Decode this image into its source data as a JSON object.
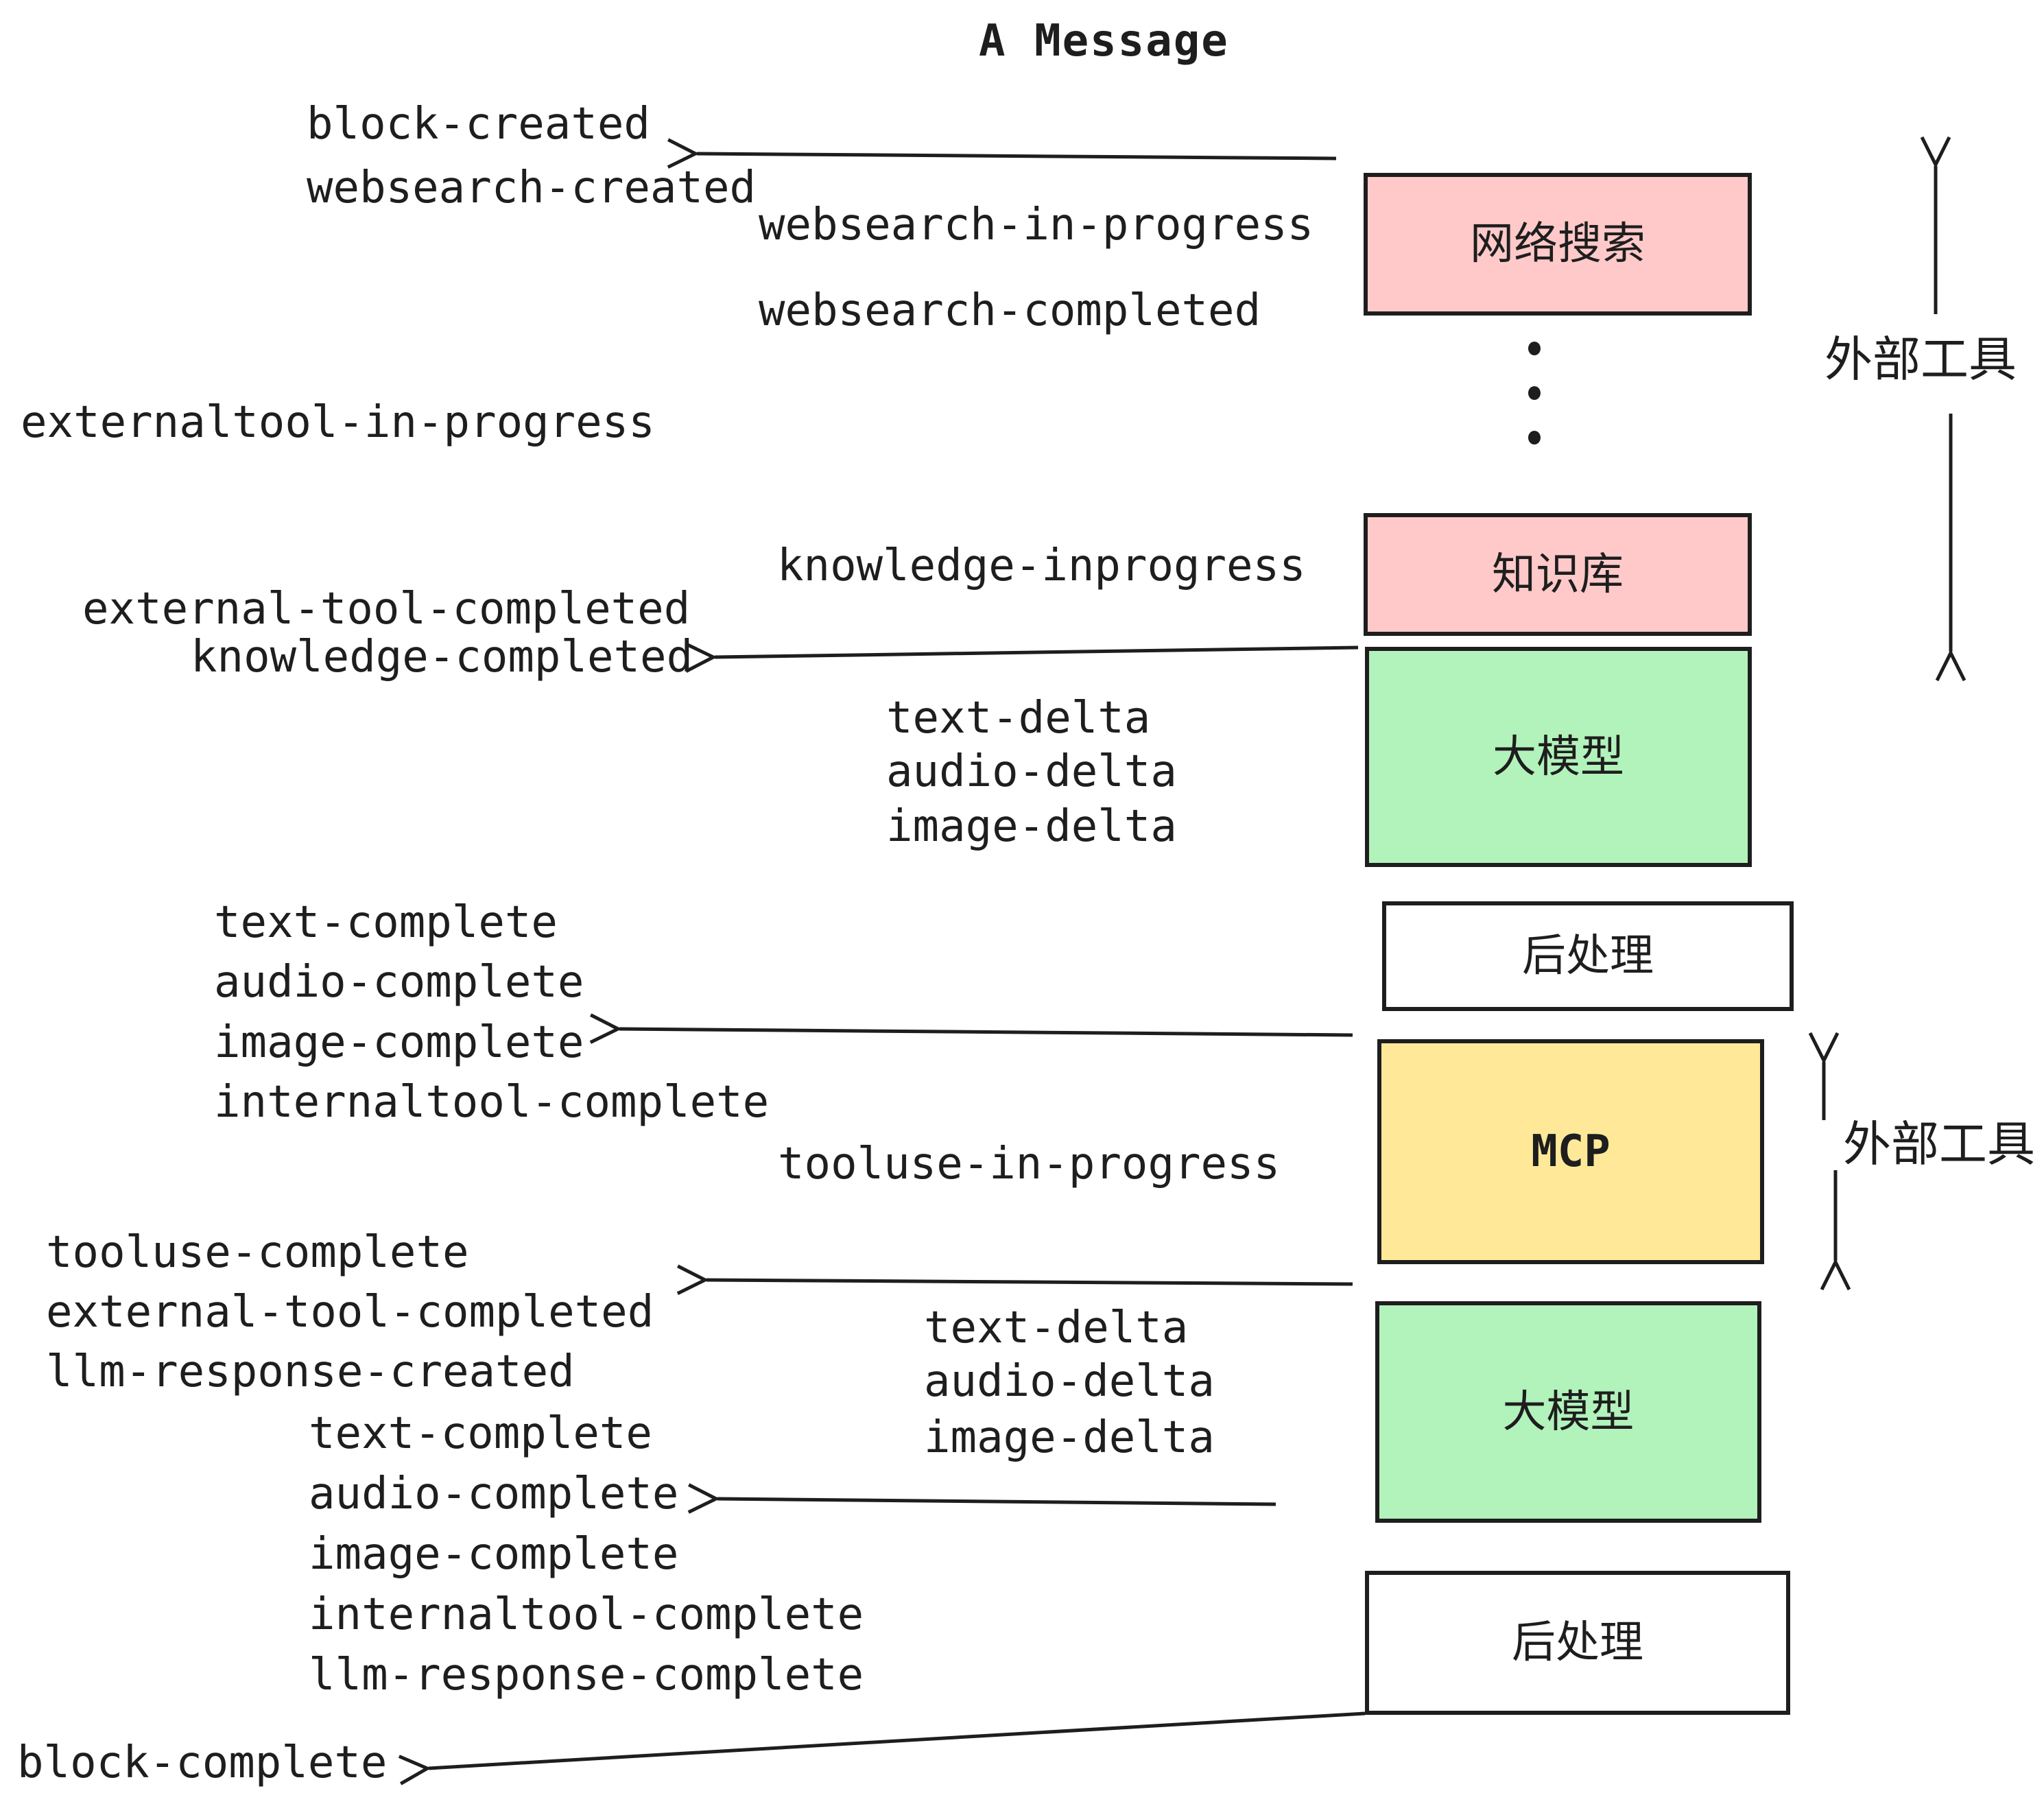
{
  "title": "A Message",
  "events": {
    "block_created": "block-created",
    "websearch_created": "websearch-created",
    "websearch_in_progress": "websearch-in-progress",
    "websearch_completed": "websearch-completed",
    "externaltool_in_progress": "externaltool-in-progress",
    "knowledge_inprogress": "knowledge-inprogress",
    "external_tool_completed": "external-tool-completed",
    "knowledge_completed": "knowledge-completed",
    "text_delta": "text-delta",
    "audio_delta": "audio-delta",
    "image_delta": "image-delta",
    "text_complete": "text-complete",
    "audio_complete": "audio-complete",
    "image_complete": "image-complete",
    "internaltool_complete": "internaltool-complete",
    "tooluse_in_progress": "tooluse-in-progress",
    "tooluse_complete": "tooluse-complete",
    "llm_response_created": "llm-response-created",
    "llm_response_complete": "llm-response-complete",
    "block_complete": "block-complete"
  },
  "nodes": {
    "websearch": "网络搜索",
    "knowledge": "知识库",
    "llm": "大模型",
    "postprocess": "后处理",
    "mcp": "MCP"
  },
  "annotations": {
    "external_tools": "外部工具"
  },
  "colors": {
    "pink": "#ffc9c9",
    "green": "#b2f2bb",
    "yellow": "#ffe999",
    "ink": "#1e1e1e",
    "background": "#ffffff"
  }
}
